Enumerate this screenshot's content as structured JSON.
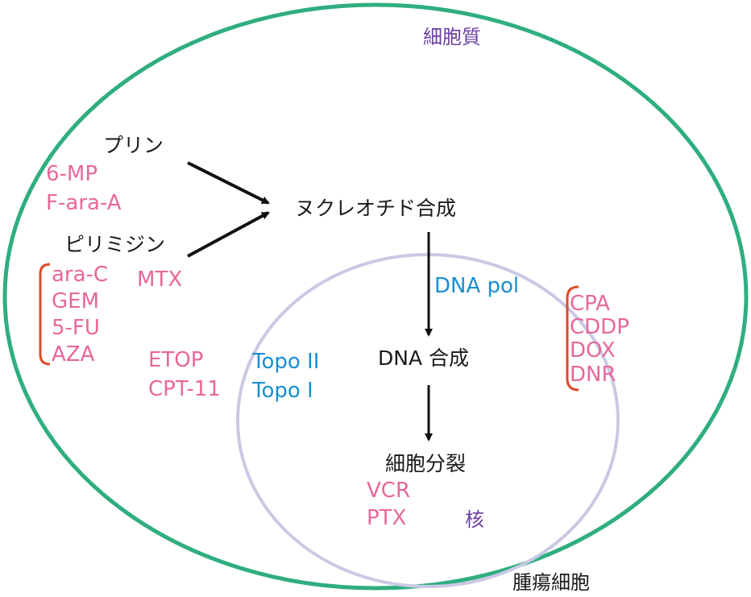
{
  "colors": {
    "cell_outline": "#2fae7e",
    "nucleus_outline": "#c9c9e4",
    "arrow": "#111111",
    "bracket": "#dd4a2a",
    "text_black": "#1a1a1a",
    "text_pink": "#e8679a",
    "text_blue": "#1a8fd0",
    "text_purple": "#6b3fa0"
  },
  "regions": {
    "cytoplasm": "細胞質",
    "tumor_cell": "腫瘍細胞",
    "nucleus": "核"
  },
  "pathway": {
    "purine": "プリン",
    "pyrimidine": "ピリミジン",
    "nucleotide_synthesis": "ヌクレオチド合成",
    "dna_synthesis": "DNA 合成",
    "cell_division": "細胞分裂"
  },
  "enzymes": {
    "dna_pol": "DNA pol",
    "topo2": "Topo II",
    "topo1": "Topo I"
  },
  "drugs": {
    "purine_antimetabolites": [
      "6-MP",
      "F-ara-A"
    ],
    "pyrimidine_antimetabolites": [
      "ara-C",
      "GEM",
      "5-FU",
      "AZA"
    ],
    "antifolate": "MTX",
    "topo_inhibitors": [
      "ETOP",
      "CPT-11"
    ],
    "dna_damaging": [
      "CPA",
      "CDDP",
      "DOX",
      "DNR"
    ],
    "mitotic_inhibitors": [
      "VCR",
      "PTX"
    ]
  }
}
